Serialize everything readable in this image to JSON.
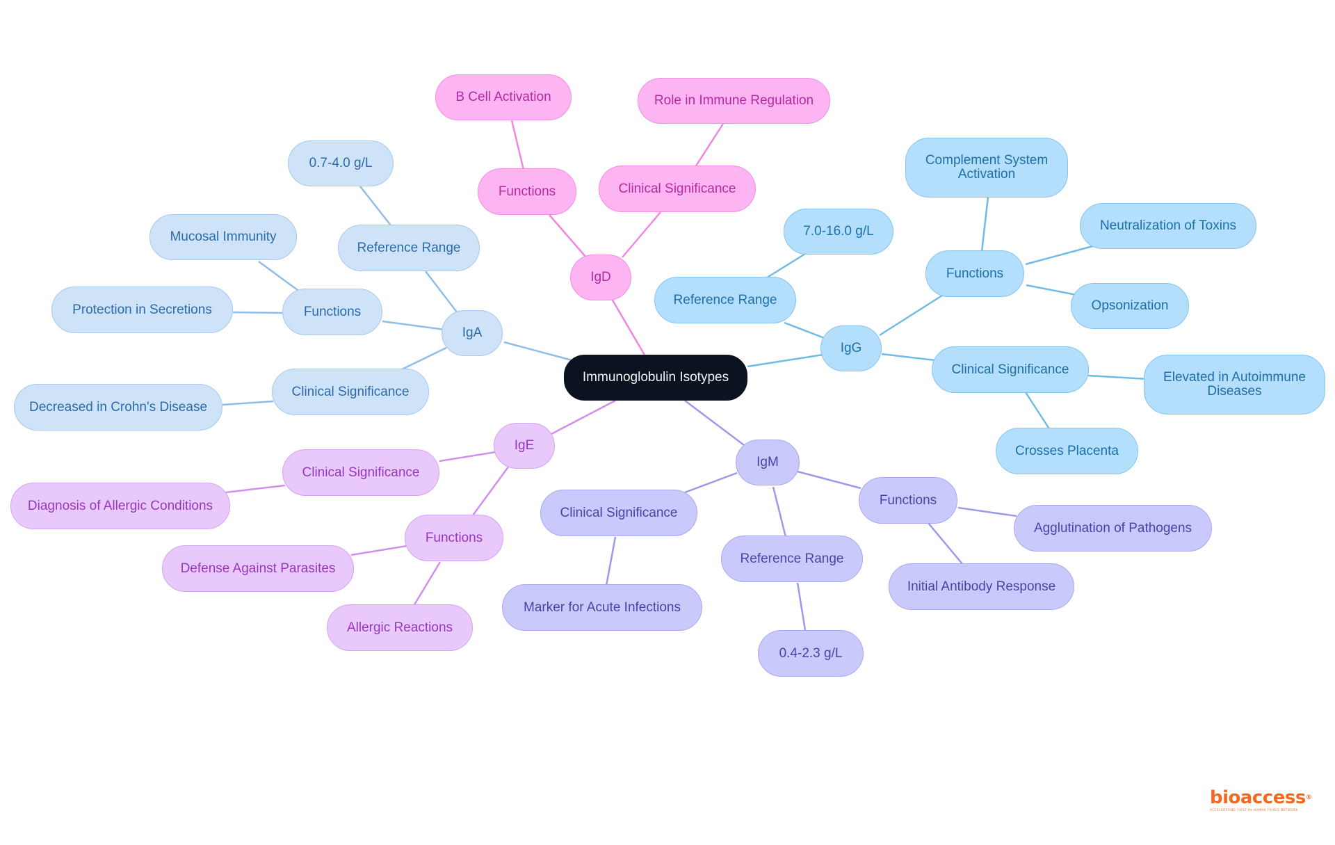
{
  "colors": {
    "root": "#0b1220",
    "iga": "#8fbce8",
    "igg": "#6fbbe6",
    "igd": "#ef86df",
    "ige": "#cf8fec",
    "igm": "#9a9aea",
    "logo": "#f26a21"
  },
  "mindmap": {
    "root": "Immunoglobulin Isotypes",
    "iga": {
      "label": "IgA",
      "reference_range": "Reference Range",
      "reference_value": "0.7-4.0 g/L",
      "functions": "Functions",
      "function_items": [
        "Mucosal Immunity",
        "Protection in Secretions"
      ],
      "clinical": "Clinical Significance",
      "clinical_items": [
        "Decreased in Crohn's Disease"
      ]
    },
    "igd": {
      "label": "IgD",
      "functions": "Functions",
      "function_items": [
        "B Cell Activation"
      ],
      "clinical": "Clinical Significance",
      "clinical_items": [
        "Role in Immune Regulation"
      ]
    },
    "igg": {
      "label": "IgG",
      "reference_range": "Reference Range",
      "reference_value": "7.0-16.0 g/L",
      "functions": "Functions",
      "function_items": [
        "Complement System Activation",
        "Neutralization of Toxins",
        "Opsonization"
      ],
      "clinical": "Clinical Significance",
      "clinical_items": [
        "Elevated in Autoimmune Diseases",
        "Crosses Placenta"
      ]
    },
    "ige": {
      "label": "IgE",
      "clinical": "Clinical Significance",
      "clinical_items": [
        "Diagnosis of Allergic Conditions"
      ],
      "functions": "Functions",
      "function_items": [
        "Defense Against Parasites",
        "Allergic Reactions"
      ]
    },
    "igm": {
      "label": "IgM",
      "clinical": "Clinical Significance",
      "clinical_items": [
        "Marker for Acute Infections"
      ],
      "reference_range": "Reference Range",
      "reference_value": "0.4-2.3 g/L",
      "functions": "Functions",
      "function_items": [
        "Agglutination of Pathogens",
        "Initial Antibody Response"
      ]
    }
  },
  "logo": {
    "brand": "bioaccess",
    "mark": "®",
    "tagline": "ACCELERATING FIRST-IN-HUMAN TRIALS NETWORK"
  }
}
